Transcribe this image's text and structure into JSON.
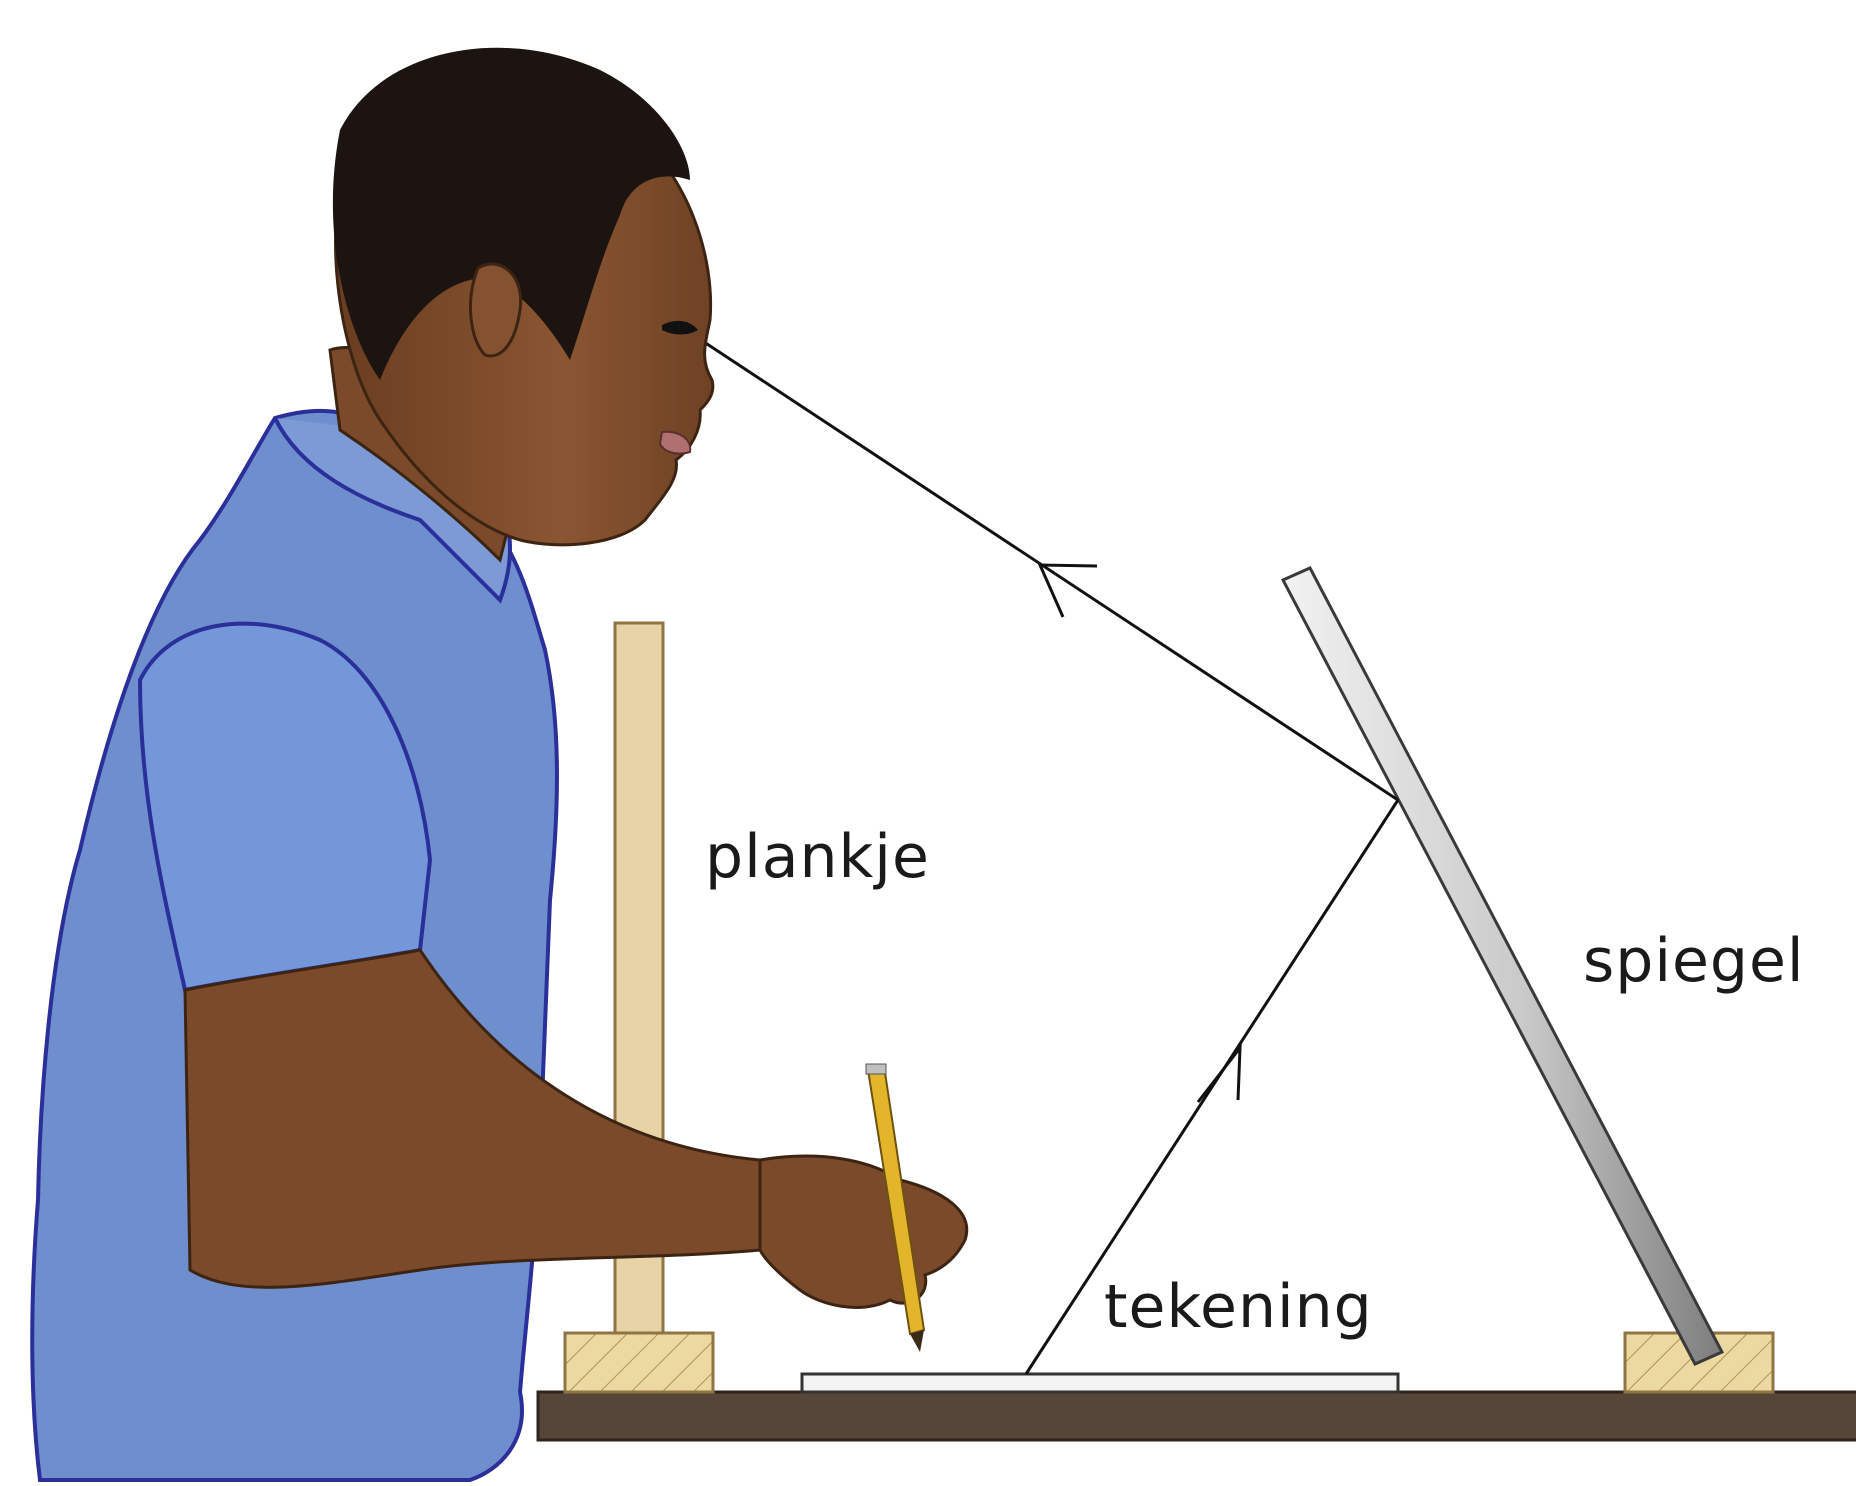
{
  "labels": {
    "plankje": "plankje",
    "spiegel": "spiegel",
    "tekening": "tekening"
  },
  "colors": {
    "shirt": "#6e8ecd",
    "shirt_outline": "#2a2f9a",
    "skin": "#7a4a2a",
    "skin_shadow": "#5c3419",
    "hair": "#1b1410",
    "table_top": "#564539",
    "board": "#e6d4a6",
    "block": "#ecd9a2",
    "mirror_light": "#e8e8e8",
    "mirror_dark": "#8c8c8c",
    "pencil": "#e2b52a",
    "ray": "#111111"
  },
  "icons": [
    "person",
    "pencil",
    "board",
    "mirror",
    "drawing-sheet",
    "light-ray",
    "arrow"
  ]
}
